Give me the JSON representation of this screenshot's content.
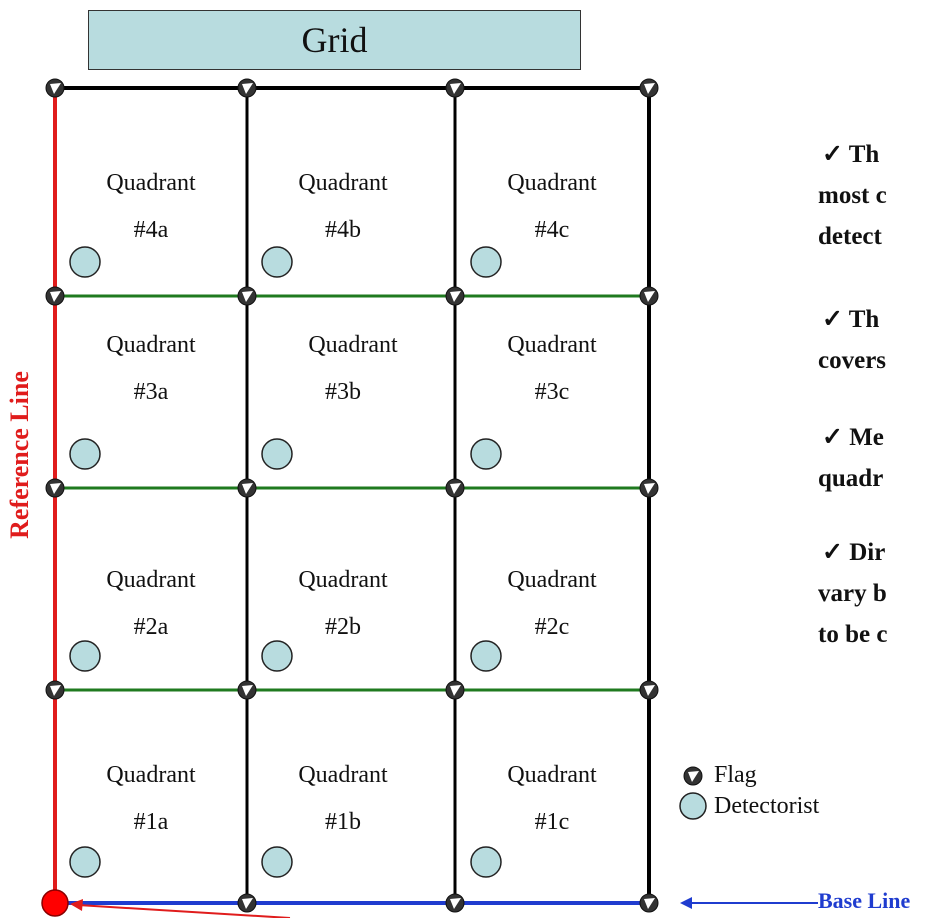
{
  "title": "Grid",
  "quadrant_word": "Quadrant",
  "quadrants": [
    {
      "row": 4,
      "col": 0,
      "id": "#4a"
    },
    {
      "row": 4,
      "col": 1,
      "id": "#4b"
    },
    {
      "row": 4,
      "col": 2,
      "id": "#4c"
    },
    {
      "row": 3,
      "col": 0,
      "id": "#3a"
    },
    {
      "row": 3,
      "col": 1,
      "id": "#3b"
    },
    {
      "row": 3,
      "col": 2,
      "id": "#3c"
    },
    {
      "row": 2,
      "col": 0,
      "id": "#2a"
    },
    {
      "row": 2,
      "col": 1,
      "id": "#2b"
    },
    {
      "row": 2,
      "col": 2,
      "id": "#2c"
    },
    {
      "row": 1,
      "col": 0,
      "id": "#1a"
    },
    {
      "row": 1,
      "col": 1,
      "id": "#1b"
    },
    {
      "row": 1,
      "col": 2,
      "id": "#1c"
    }
  ],
  "reference_line_label": "Reference Line",
  "base_line_label": "Base Line",
  "legend": {
    "flag": "Flag",
    "detectorist": "Detectorist"
  },
  "bullets": [
    [
      "✓  Th",
      "most c",
      "detect"
    ],
    [
      "✓  Th",
      "covers"
    ],
    [
      "✓  Me",
      "quadr"
    ],
    [
      "✓  Dir",
      "vary b",
      "to be c"
    ]
  ],
  "colors": {
    "reference_line": "#e01c1c",
    "base_line": "#1f3ccf",
    "row_divider": "#1f7a1f",
    "grid_line": "#000000",
    "detectorist_fill": "#b8dcdf",
    "title_box_fill": "#b8dcdf",
    "origin_marker": "#ff0000",
    "flag_head": "#ffffff",
    "flag_body": "#333333"
  }
}
